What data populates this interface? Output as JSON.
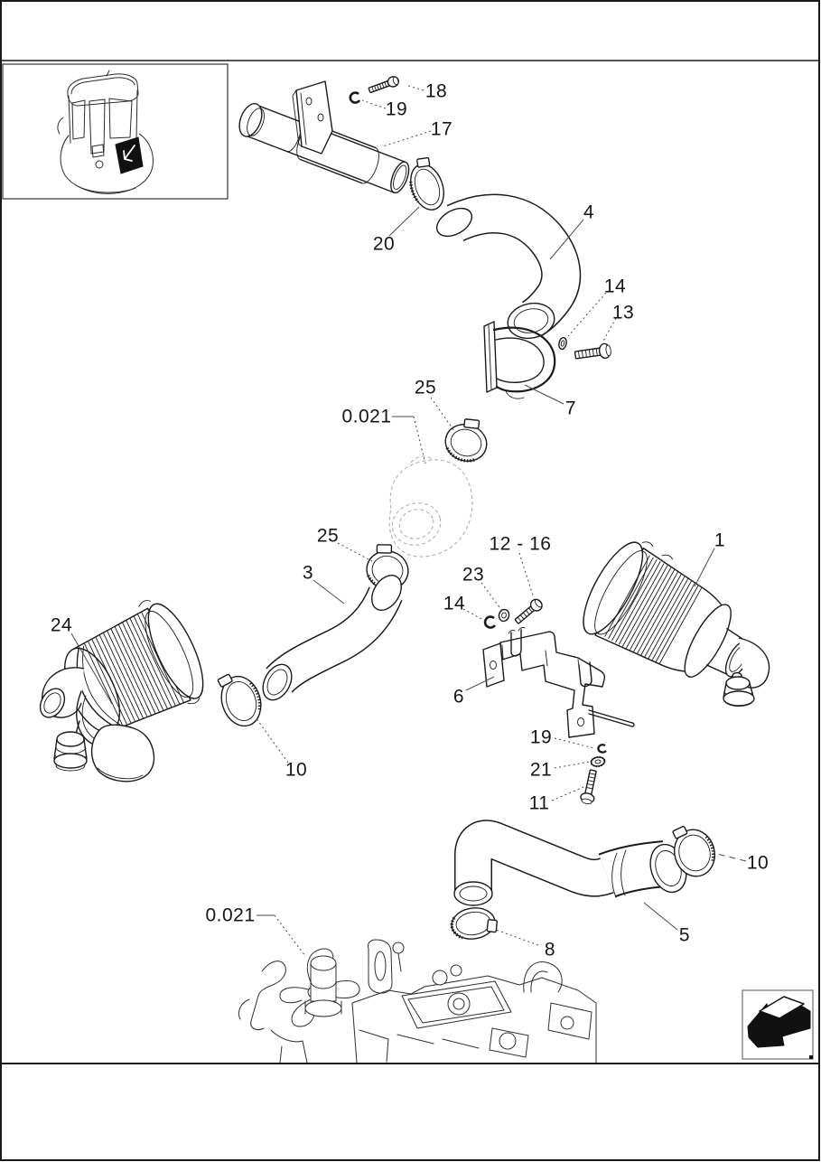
{
  "colors": {
    "line": "#1a1a1a",
    "ghost_reference": "#b0b0b0",
    "leader": "#4a4a4a",
    "background": "#ffffff",
    "icon": "#111111"
  },
  "callouts": [
    {
      "name": "bolt-18",
      "text": "18"
    },
    {
      "name": "washer-19-top",
      "text": "19"
    },
    {
      "name": "intake-tube-17",
      "text": "17"
    },
    {
      "name": "clamp-20",
      "text": "20"
    },
    {
      "name": "hose-4",
      "text": "4"
    },
    {
      "name": "washer-14-upper",
      "text": "14"
    },
    {
      "name": "bolt-13",
      "text": "13"
    },
    {
      "name": "clamp-bracket-7",
      "text": "7"
    },
    {
      "name": "clamp-25-upper",
      "text": "25"
    },
    {
      "name": "reference-housing",
      "text": "0.021"
    },
    {
      "name": "clamp-25-lower",
      "text": "25"
    },
    {
      "name": "hose-3",
      "text": "3"
    },
    {
      "name": "bolt-group-12-16",
      "text": "12 - 16"
    },
    {
      "name": "washer-23",
      "text": "23"
    },
    {
      "name": "washer-14-lower",
      "text": "14"
    },
    {
      "name": "air-filter-1",
      "text": "1"
    },
    {
      "name": "air-filter-24",
      "text": "24"
    },
    {
      "name": "clamp-10-left",
      "text": "10"
    },
    {
      "name": "bracket-6",
      "text": "6"
    },
    {
      "name": "washer-19-lower",
      "text": "19"
    },
    {
      "name": "washer-21",
      "text": "21"
    },
    {
      "name": "bolt-11",
      "text": "11"
    },
    {
      "name": "clamp-10-right",
      "text": "10"
    },
    {
      "name": "hose-5",
      "text": "5"
    },
    {
      "name": "clamp-8",
      "text": "8"
    },
    {
      "name": "reference-engine",
      "text": "0.021"
    }
  ],
  "thumbnail": {
    "icon": "machine-overview-sketch"
  },
  "nav": {
    "back_icon": "3d-back-arrow"
  }
}
